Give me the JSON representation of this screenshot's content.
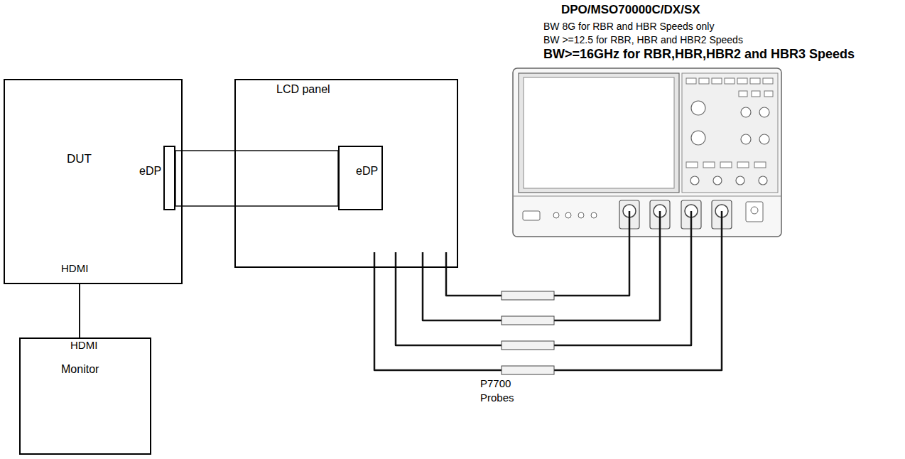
{
  "diagram": {
    "nodes": [
      {
        "text": [
          "DUT",
          "HDMI"
        ]
      },
      {
        "text": [
          "eDP"
        ],
        "in": 0
      },
      {
        "text": [
          "LCD panel"
        ]
      },
      {
        "text": [
          "eDP"
        ],
        "in": 2
      },
      {
        "text": [
          "HDMI",
          "Monitor"
        ]
      },
      {
        "text": [
          "DPO/MSO70000C/DX/SX",
          "BW 8G for RBR and HBR Speeds only",
          "BW >=12.5 for RBR, HBR and HBR2 Speeds",
          "BW>=16GHz for RBR,HBR,HBR2 and HBR3 Speeds"
        ]
      }
    ],
    "edges": [
      {
        "from": 1,
        "to": 3,
        "arrow": "none"
      },
      {
        "from": 0,
        "to": 4,
        "arrow": "none"
      },
      {
        "from": 2,
        "to": 5,
        "arrow": "none"
      },
      {
        "from": 2,
        "to": 5,
        "arrow": "none"
      },
      {
        "from": 2,
        "to": 5,
        "arrow": "none"
      },
      {
        "from": 2,
        "to": 5,
        "arrow": "none"
      }
    ],
    "labels": [
      "P7700 Probes"
    ]
  }
}
